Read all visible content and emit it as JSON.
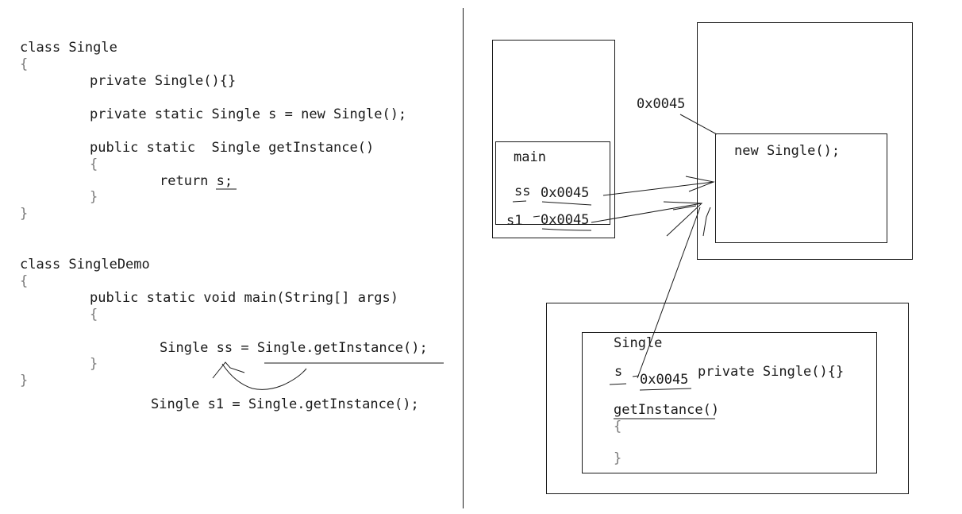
{
  "code": {
    "class1": {
      "header": "class Single",
      "open_brace": "{",
      "constructor": "private Single(){}",
      "field": "private static Single s = new Single();",
      "method": "public static  Single getInstance()",
      "method_open": "{",
      "return_stmt": "return s;",
      "method_close": "}",
      "close_brace": "}"
    },
    "class2": {
      "header": "class SingleDemo",
      "open_brace": "{",
      "main_sig": "public static void main(String[] args)",
      "main_open": "{",
      "stmt1": "Single ss = Single.getInstance();",
      "main_close": "}",
      "close_brace": "}"
    },
    "extra_stmt": "Single s1 = Single.getInstance();"
  },
  "memory": {
    "stack": {
      "frame_label": "main",
      "var_ss_name": "ss",
      "var_ss_value": "0x0045",
      "var_s1_name": "s1",
      "var_s1_value": "0x0045"
    },
    "heap": {
      "address": "0x0045",
      "object_label": "new Single();"
    },
    "method_area": {
      "class_label": "Single",
      "static_var_name": "s",
      "static_var_value": "0x0045",
      "constructor": "private Single(){}",
      "method": "getInstance()",
      "open_brace": "{",
      "close_brace": "}"
    }
  },
  "colors": {
    "ink": "#1a1a1a",
    "brace": "#7a7a7a"
  }
}
